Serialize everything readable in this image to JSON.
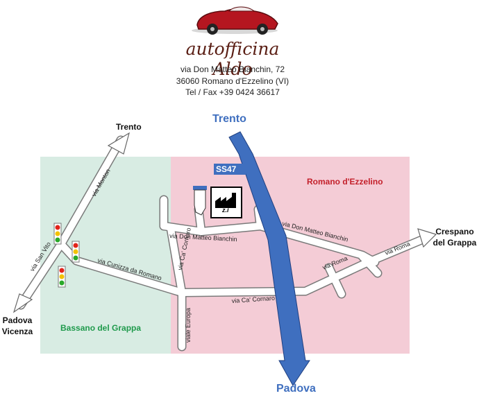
{
  "header": {
    "brand": "autofficina Aldo",
    "address_line1": "via Don Matteo Bianchin, 72",
    "address_line2": "36060 Romano d'Ezzelino (VI)",
    "phone": "Tel / Fax +39 0424 36617"
  },
  "map": {
    "zones": {
      "left": {
        "label": "Bassano del Grappa",
        "color": "#d8ece3",
        "text_color": "#1f9a4c"
      },
      "right": {
        "label": "Romano d'Ezzelino",
        "color": "#f4ccd6",
        "text_color": "#c31f2a"
      }
    },
    "highway": {
      "label": "SS47",
      "color": "#3f6fbf",
      "north": "Trento",
      "south": "Padova"
    },
    "destinations": {
      "north_trento": "Trento",
      "sw_padova": "Padova",
      "sw_vicenza": "Vicenza",
      "east_crespano_1": "Crespano",
      "east_crespano_2": "del Grappa"
    },
    "streets": {
      "via_monton": "via Monton",
      "via_san_vito": "via San Vito",
      "via_cunizza": "via Cunizza da Romano",
      "via_ca_cornaro_v": "via Ca' Cornaro",
      "via_ca_cornaro_h": "via Ca' Cornaro",
      "viale_europa": "viale Europa",
      "via_roma_1": "via Roma",
      "via_roma_2": "via Roma",
      "via_dmb_1": "via Don Matteo Bianchin",
      "via_dmb_2": "via Don Matteo Bianchin"
    },
    "zi_label": "z.i",
    "traffic_light_count": 3
  }
}
